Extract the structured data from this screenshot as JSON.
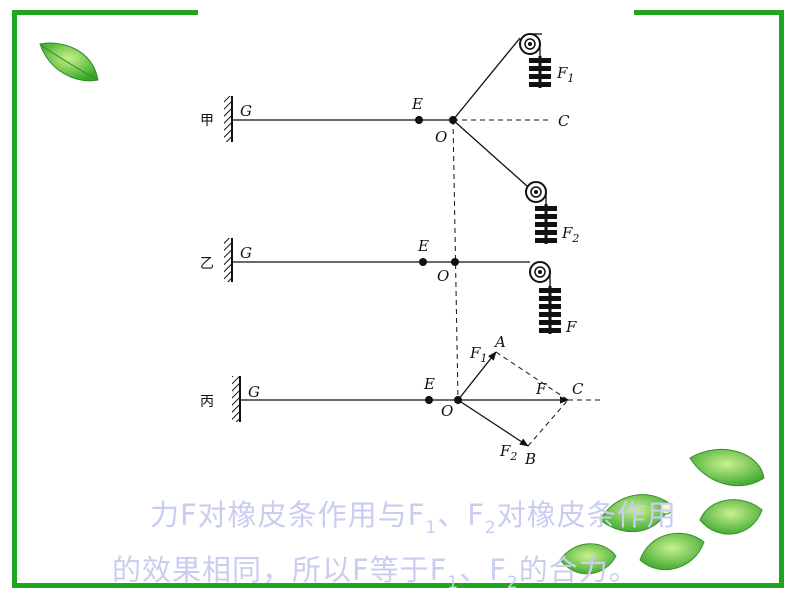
{
  "rows": {
    "jia": {
      "tag": "甲",
      "G": "G",
      "E": "E",
      "O": "O",
      "C": "C",
      "F1": "F",
      "F1_sub": "1",
      "F2": "F",
      "F2_sub": "2"
    },
    "yi": {
      "tag": "乙",
      "G": "G",
      "E": "E",
      "O": "O",
      "F": "F"
    },
    "bing": {
      "tag": "丙",
      "G": "G",
      "E": "E",
      "O": "O",
      "A": "A",
      "B": "B",
      "C": "C",
      "F": "F",
      "F1": "F",
      "F1_sub": "1",
      "F2": "F",
      "F2_sub": "2"
    }
  },
  "caption": {
    "line1_a": "力F对橡皮条作用与F",
    "line1_sub1": "1",
    "line1_b": "、F",
    "line1_sub2": "2",
    "line1_c": "对橡皮条作用",
    "line2_a": "的效果相同，所以F等于F",
    "line2_sub1": "1",
    "line2_b": "、F",
    "line2_sub2": "2",
    "line2_c": "的合力。"
  },
  "colors": {
    "frame": "#1fa51f",
    "caption": "#c9cdf0",
    "leaf": "#5cc33a"
  }
}
